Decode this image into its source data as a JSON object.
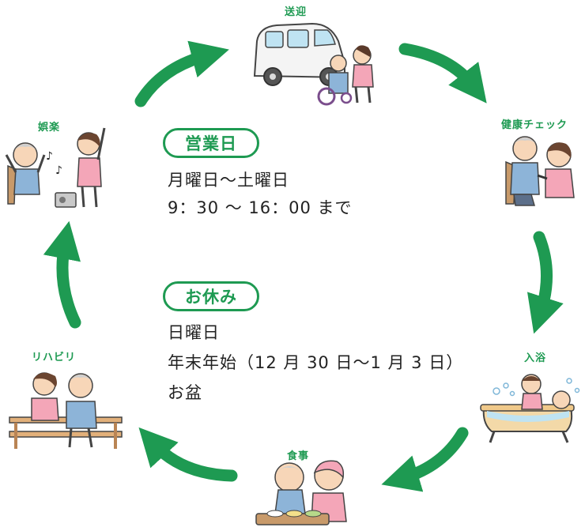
{
  "cycle": {
    "steps": [
      {
        "label": "送迎",
        "icon": "pickup-van-icon"
      },
      {
        "label": "健康チェック",
        "icon": "health-check-icon"
      },
      {
        "label": "入浴",
        "icon": "bathing-icon"
      },
      {
        "label": "食事",
        "icon": "meal-icon"
      },
      {
        "label": "リハビリ",
        "icon": "rehabilitation-icon"
      },
      {
        "label": "娯楽",
        "icon": "recreation-icon"
      }
    ],
    "arrow_color": "#1e9a52"
  },
  "business": {
    "badge": "営業日",
    "days": "月曜日〜土曜日",
    "hours": "9：30 〜 16：00 まで"
  },
  "holidays": {
    "badge": "お休み",
    "items": [
      "日曜日",
      "年末年始（12 月 30 日〜1 月 3 日）",
      "お盆"
    ]
  }
}
